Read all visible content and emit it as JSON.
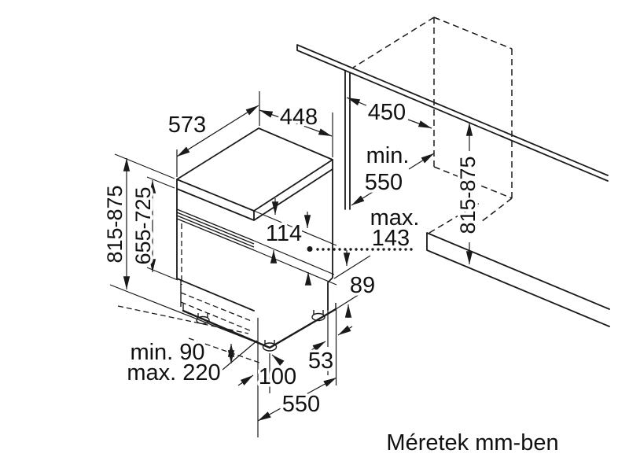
{
  "diagram": {
    "caption": "Méretek mm-ben",
    "colors": {
      "line": "#1a1a1a",
      "background": "#ffffff"
    },
    "dims": {
      "unit_depth": "573",
      "unit_width": "448",
      "niche_width": "450",
      "niche_depth_prefix": "min.",
      "niche_depth_value": "550",
      "niche_height": "815-875",
      "unit_height": "815-875",
      "door_panel_height": "655-725",
      "control_panel_height": "114",
      "handle_clearance_prefix": "max.",
      "handle_clearance_value": "143",
      "base_clearance": "89",
      "plinth_min": "min. 90",
      "plinth_max": "max. 220",
      "front_foot_offset": "100",
      "rear_foot_offset": "53",
      "base_depth": "550"
    }
  }
}
